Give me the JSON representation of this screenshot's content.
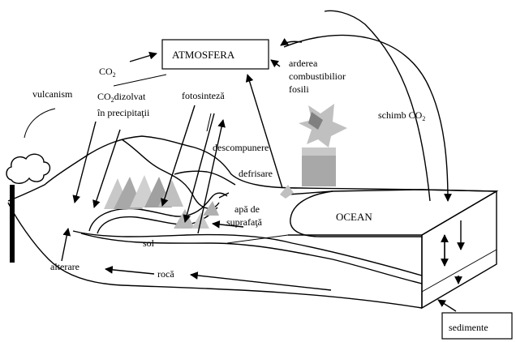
{
  "labels": {
    "atmosfera": "ATMOSFERA",
    "co2": "CO",
    "co2_sub": "2",
    "vulcanism": "vulcanism",
    "co2_dizolvat_a": "CO",
    "co2_dizolvat_sub": "2",
    "co2_dizolvat_b": "dizolvat",
    "in_precipitatii": "în precipitaţii",
    "fotosinteza": "fotosinteză",
    "arderea": "arderea",
    "combustibilior": "combustibilior",
    "fosili": "fosili",
    "schimb": "schimb CO",
    "schimb_sub": "2",
    "descompunere": "descompunere",
    "defrisare": "defrisare",
    "apa_de": "apă de",
    "suprafata": "suprafaţă",
    "ocean": "OCEAN",
    "sol": "sol",
    "alterare": "alterare",
    "roca": "rocă",
    "sedimente": "sedimente"
  },
  "colors": {
    "line": "#000000",
    "gray_light": "#d0d0d0",
    "gray_mid": "#a8a8a8",
    "gray_dark": "#808080",
    "background": "#ffffff"
  }
}
